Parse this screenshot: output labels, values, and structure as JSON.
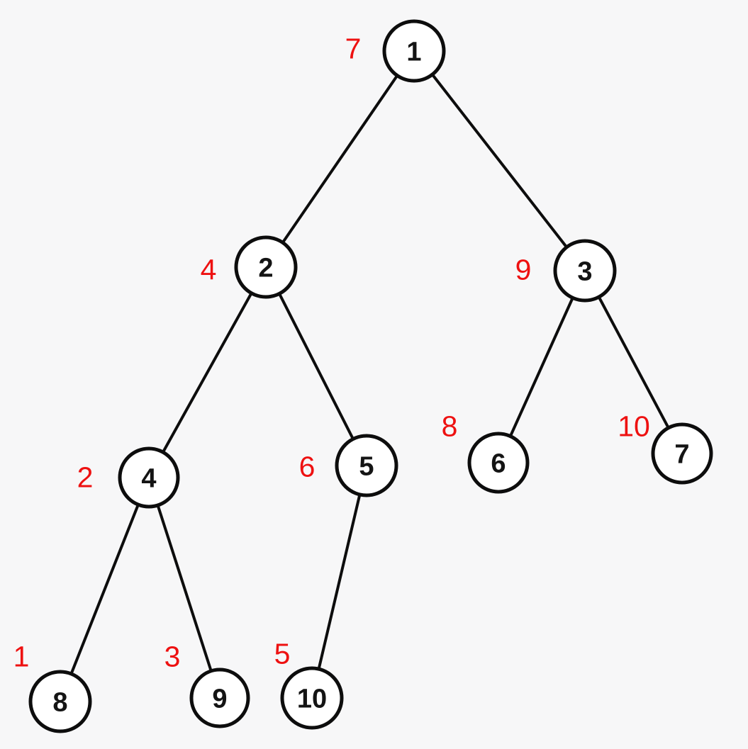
{
  "diagram": {
    "type": "binary-tree",
    "colors": {
      "background": "#f7f7f8",
      "node_fill": "#ffffff",
      "node_stroke": "#0d0d0d",
      "edge": "#0d0d0d",
      "node_text": "#141414",
      "order_text": "#ee1111"
    },
    "tree": {
      "nodes": [
        {
          "value": "1",
          "order": "7",
          "parent": null,
          "side": "root"
        },
        {
          "value": "2",
          "order": "4",
          "parent": "1",
          "side": "left"
        },
        {
          "value": "3",
          "order": "9",
          "parent": "1",
          "side": "right"
        },
        {
          "value": "4",
          "order": "2",
          "parent": "2",
          "side": "left"
        },
        {
          "value": "5",
          "order": "6",
          "parent": "2",
          "side": "right"
        },
        {
          "value": "6",
          "order": "8",
          "parent": "3",
          "side": "left"
        },
        {
          "value": "7",
          "order": "10",
          "parent": "3",
          "side": "right"
        },
        {
          "value": "8",
          "order": "1",
          "parent": "4",
          "side": "left"
        },
        {
          "value": "9",
          "order": "3",
          "parent": "4",
          "side": "right"
        },
        {
          "value": "10",
          "order": "5",
          "parent": "5",
          "side": "left"
        }
      ],
      "edges": [
        [
          "1",
          "2"
        ],
        [
          "1",
          "3"
        ],
        [
          "2",
          "4"
        ],
        [
          "2",
          "5"
        ],
        [
          "3",
          "6"
        ],
        [
          "3",
          "7"
        ],
        [
          "4",
          "8"
        ],
        [
          "4",
          "9"
        ],
        [
          "5",
          "10"
        ]
      ]
    }
  }
}
